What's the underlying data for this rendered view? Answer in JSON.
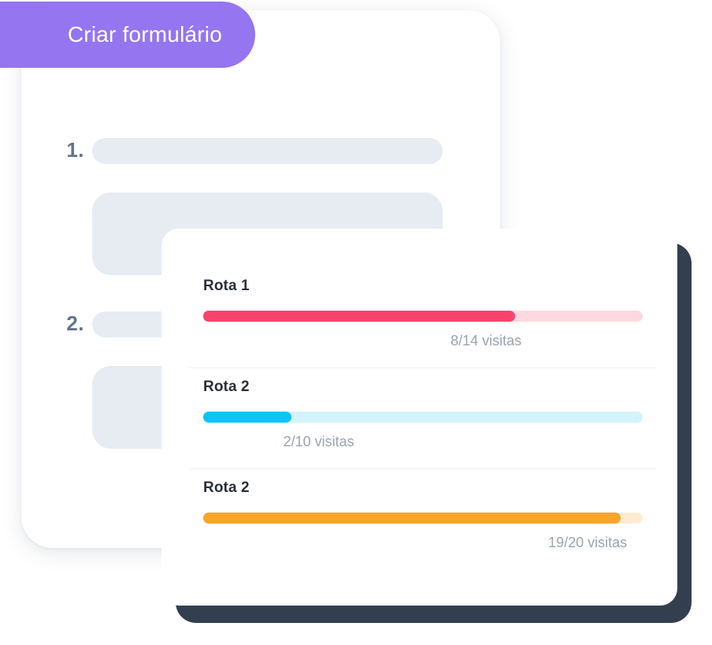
{
  "cta": {
    "label": "Criar formulário",
    "color": "#9575f0"
  },
  "form_card": {
    "rows": [
      {
        "number": "1."
      },
      {
        "number": "2."
      }
    ],
    "skeleton_color": "#e6ecf2"
  },
  "progress_card": {
    "shadow_color": "#333f4f",
    "items": [
      {
        "title": "Rota 1",
        "visits_label": "8/14 visitas",
        "completed": 8,
        "total": 14,
        "percent": 71,
        "fill_color": "#f8436b",
        "track_color": "#fdd8e1",
        "label_align": "right-of-fill"
      },
      {
        "title": "Rota 2",
        "visits_label": "2/10 visitas",
        "completed": 2,
        "total": 10,
        "percent": 20,
        "fill_color": "#0fc4f5",
        "track_color": "#d3f3fd",
        "label_align": "left-of-fill"
      },
      {
        "title": "Rota 2",
        "visits_label": "19/20 visitas",
        "completed": 19,
        "total": 20,
        "percent": 95,
        "fill_color": "#f9a52c",
        "track_color": "#fdecd3",
        "label_align": "right-of-fill"
      }
    ]
  }
}
